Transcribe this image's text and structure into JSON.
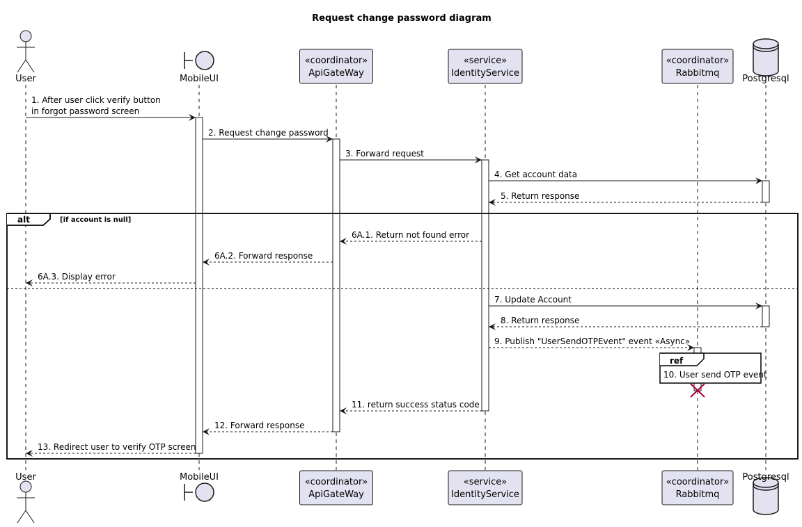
{
  "title": "Request change password diagram",
  "participants": [
    {
      "id": "user",
      "kind": "actor",
      "name": "User"
    },
    {
      "id": "mobileui",
      "kind": "boundary",
      "name": "MobileUI"
    },
    {
      "id": "apigateway",
      "kind": "participant",
      "stereotype": "«coordinator»",
      "name": "ApiGateWay"
    },
    {
      "id": "identity",
      "kind": "participant",
      "stereotype": "«service»",
      "name": "IdentityService"
    },
    {
      "id": "rabbitmq",
      "kind": "participant",
      "stereotype": "«coordinator»",
      "name": "Rabbitmq"
    },
    {
      "id": "postgresql",
      "kind": "database",
      "name": "Postgresql"
    }
  ],
  "fragment_alt": {
    "label": "alt",
    "guard": "[if account is null]"
  },
  "fragment_ref": {
    "label": "ref",
    "text": "10. User send OTP event"
  },
  "messages": [
    {
      "from": "user",
      "to": "mobileui",
      "dashed": false,
      "lines": [
        "1. After user click verify button",
        " in forgot password screen"
      ]
    },
    {
      "from": "mobileui",
      "to": "apigateway",
      "dashed": false,
      "lines": [
        "2. Request change password"
      ]
    },
    {
      "from": "apigateway",
      "to": "identity",
      "dashed": false,
      "lines": [
        "3. Forward request"
      ]
    },
    {
      "from": "identity",
      "to": "postgresql",
      "dashed": false,
      "lines": [
        "4. Get account data"
      ]
    },
    {
      "from": "postgresql",
      "to": "identity",
      "dashed": true,
      "lines": [
        "5. Return response"
      ]
    },
    {
      "from": "identity",
      "to": "apigateway",
      "dashed": true,
      "lines": [
        "6A.1. Return not found error"
      ]
    },
    {
      "from": "apigateway",
      "to": "mobileui",
      "dashed": true,
      "lines": [
        "6A.2. Forward response"
      ]
    },
    {
      "from": "mobileui",
      "to": "user",
      "dashed": true,
      "lines": [
        "6A.3. Display error"
      ]
    },
    {
      "from": "identity",
      "to": "postgresql",
      "dashed": false,
      "lines": [
        "7. Update Account"
      ]
    },
    {
      "from": "postgresql",
      "to": "identity",
      "dashed": true,
      "lines": [
        "8. Return response"
      ]
    },
    {
      "from": "identity",
      "to": "rabbitmq",
      "dashed": true,
      "lines": [
        "9. Publish \"UserSendOTPEvent\" event «Async»"
      ]
    },
    {
      "from": "identity",
      "to": "apigateway",
      "dashed": true,
      "lines": [
        "11. return success status code"
      ]
    },
    {
      "from": "apigateway",
      "to": "mobileui",
      "dashed": true,
      "lines": [
        "12. Forward response"
      ]
    },
    {
      "from": "mobileui",
      "to": "user",
      "dashed": true,
      "lines": [
        "13. Redirect user to verify OTP screen"
      ]
    }
  ],
  "colors": {
    "participant_fill": "#e2e2f0",
    "participant_stroke": "#181818",
    "lifeline": "#181818",
    "destroy": "#a80036"
  }
}
